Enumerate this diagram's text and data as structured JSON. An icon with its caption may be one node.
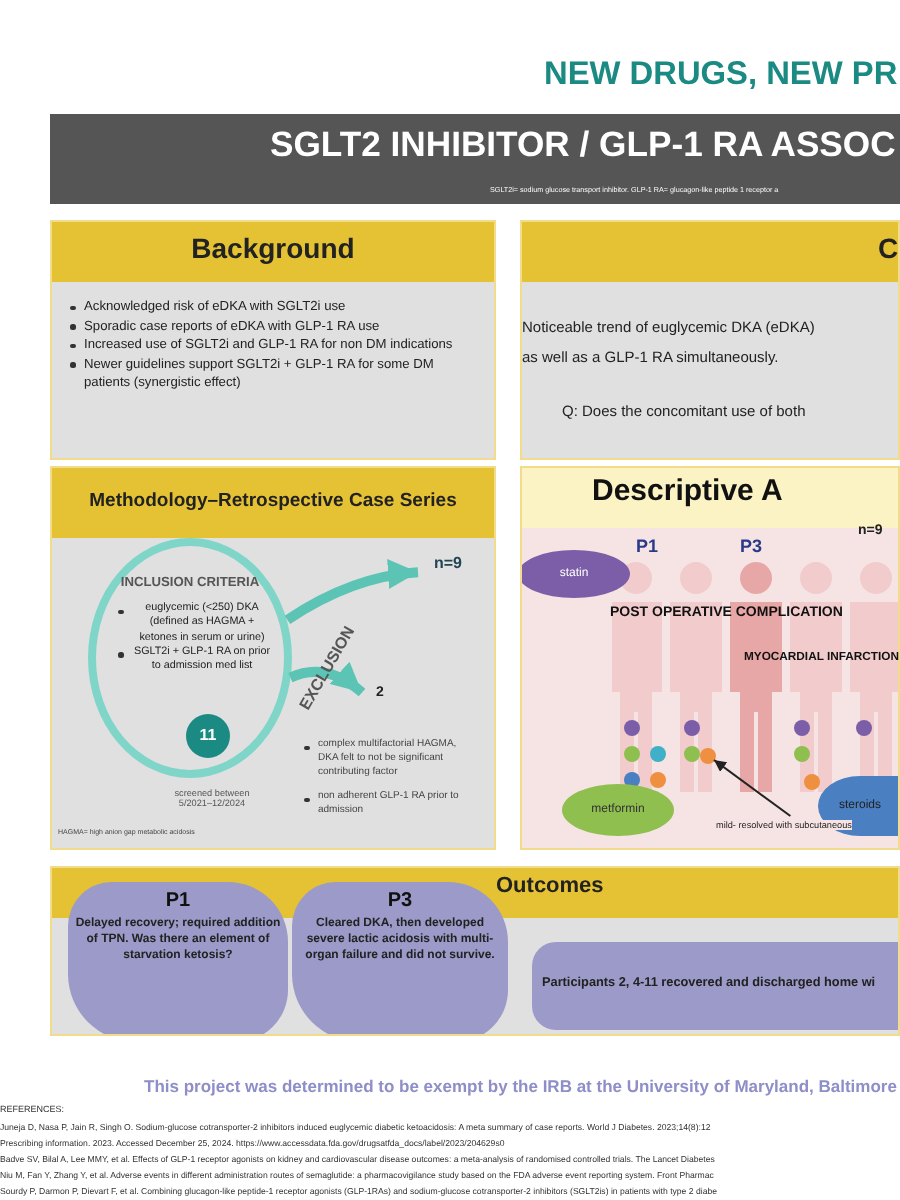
{
  "diagram": {
    "title": "SGLT2 INHIBITOR / GLP-1 RA ASSOC",
    "nodes": [
      {
        "text": [
          "Background",
          "Acknowledged risk of eDKA with SGLT2i use",
          "Sporadic case reports of eDKA with GLP-1 RA use",
          "Increased use of SGLT2i and GLP-1 RA for non DM indications",
          "Newer guidelines support SGLT2i + GLP-1 RA for some DM patients (synergistic effect)"
        ]
      },
      {
        "text": [
          "C",
          "Noticeable trend of euglycemic DKA (eDKA)",
          "as well as a GLP-1 RA simultaneously.",
          "Q: Does the concomitant use of both"
        ]
      },
      {
        "text": [
          "Methodology–Retrospective Case Series",
          "HAGMA= high anion gap metabolic acidosis"
        ]
      },
      {
        "text": [
          "INCLUSION CRITERIA",
          "euglycemic (<250) DKA (defined as HAGMA + ketones in serum or urine)",
          "SGLT2i + GLP-1 RA on prior to admission med list"
        ],
        "in": 2
      },
      {
        "text": [
          "11"
        ],
        "in": 3,
        "beside": [
          "screened between 5/2021–12/2024"
        ]
      },
      {
        "text": [
          "2"
        ],
        "in": 2
      },
      {
        "text": [
          "complex multifactorial HAGMA, DKA felt to not be significant contributing factor",
          "non adherent GLP-1 RA prior to admission"
        ],
        "in": 2
      },
      {
        "text": [
          "n=9"
        ],
        "in": 2
      },
      {
        "text": [
          "Descriptive A",
          "n=9"
        ]
      },
      {
        "text": [
          "statin"
        ],
        "in": 8
      },
      {
        "text": [
          "metformin"
        ],
        "in": 8
      },
      {
        "text": [
          "steroids"
        ],
        "in": 8
      },
      {
        "text": [
          "mild- resolved with subcutaneous"
        ],
        "in": 8
      },
      {
        "text": [],
        "shape": "circle",
        "in": 8
      },
      {
        "text": [
          "Outcomes"
        ]
      },
      {
        "text": [
          "P1",
          "Delayed recovery; required addition of TPN. Was there an element of starvation ketosis?"
        ],
        "in": 14
      },
      {
        "text": [
          "P3",
          "Cleared DKA, then developed severe lactic acidosis with multi-organ failure and did not survive."
        ],
        "in": 14
      },
      {
        "text": [
          "Participants 2, 4-11 recovered and discharged home wi"
        ],
        "in": 14
      }
    ],
    "edges": [
      {
        "from": 3,
        "to": 5,
        "arrow": "to",
        "label": "EXCLUSION"
      },
      {
        "from": 3,
        "to": 7,
        "arrow": "to"
      },
      {
        "from": 12,
        "to": 13,
        "arrow": "to",
        "color": "#222222"
      }
    ],
    "labels": [
      "NEW DRUGS, NEW PR",
      "SGLT2i= sodium glucose transport inhibitor. GLP-1 RA= glucagon-like peptide 1 receptor a",
      "P1",
      "P3",
      "POST OPERATIVE COMPLICATION",
      "MYOCARDIAL INFARCTION",
      "This project was determined to be exempt by the IRB at the University of Maryland, Baltimore",
      "REFERENCES:",
      "Juneja D, Nasa P, Jain R, Singh O. Sodium-glucose cotransporter-2 inhibitors induced euglycemic diabetic ketoacidosis: A meta summary of case reports. World J Diabetes. 2023;14(8):12",
      "Prescribing information. 2023. Accessed December 25, 2024. https://www.accessdata.fda.gov/drugsatfda_docs/label/2023/204629s0",
      "Badve SV, Bilal A, Lee MMY, et al. Effects of GLP-1 receptor agonists on kidney and cardiovascular disease outcomes: a meta-analysis of randomised controlled trials. The Lancet Diabetes",
      "Niu M, Fan Y, Zhang Y, et al. Adverse events in different administration routes of semaglutide: a pharmacovigilance study based on the FDA adverse event reporting system. Front Pharmac",
      "Sourdy P, Darmon P, Dievart F, et al. Combining glucagon-like peptide-1 receptor agonists (GLP-1RAs) and sodium-glucose cotransporter-2 inhibitors (SGLT2is) in patients with type 2 diabe"
    ]
  }
}
